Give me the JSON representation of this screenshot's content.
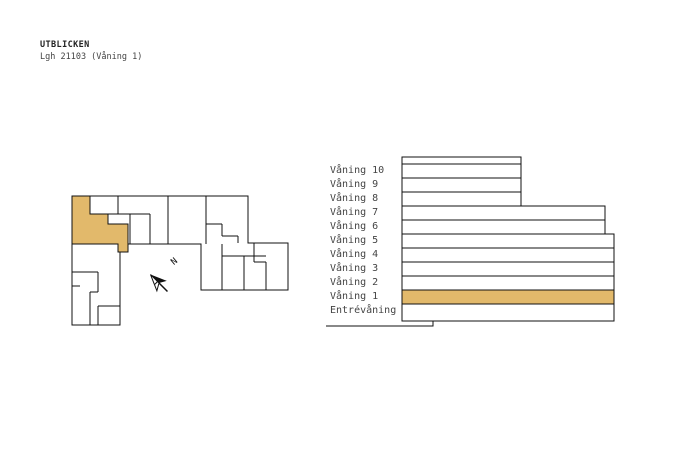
{
  "header": {
    "title": "UTBLICKEN",
    "subtitle": "Lgh 21103 (Våning 1)"
  },
  "colors": {
    "highlight": "#e2b96b",
    "line": "#111111"
  },
  "compass": {
    "label": "N",
    "icon": "north-arrow-icon"
  },
  "floors": [
    {
      "label": "Våning 10",
      "selected": false
    },
    {
      "label": "Våning 9",
      "selected": false
    },
    {
      "label": "Våning 8",
      "selected": false
    },
    {
      "label": "Våning 7",
      "selected": false
    },
    {
      "label": "Våning 6",
      "selected": false
    },
    {
      "label": "Våning 5",
      "selected": false
    },
    {
      "label": "Våning 4",
      "selected": false
    },
    {
      "label": "Våning 3",
      "selected": false
    },
    {
      "label": "Våning 2",
      "selected": false
    },
    {
      "label": "Våning 1",
      "selected": true
    },
    {
      "label": "Entrévåning",
      "selected": false
    }
  ]
}
